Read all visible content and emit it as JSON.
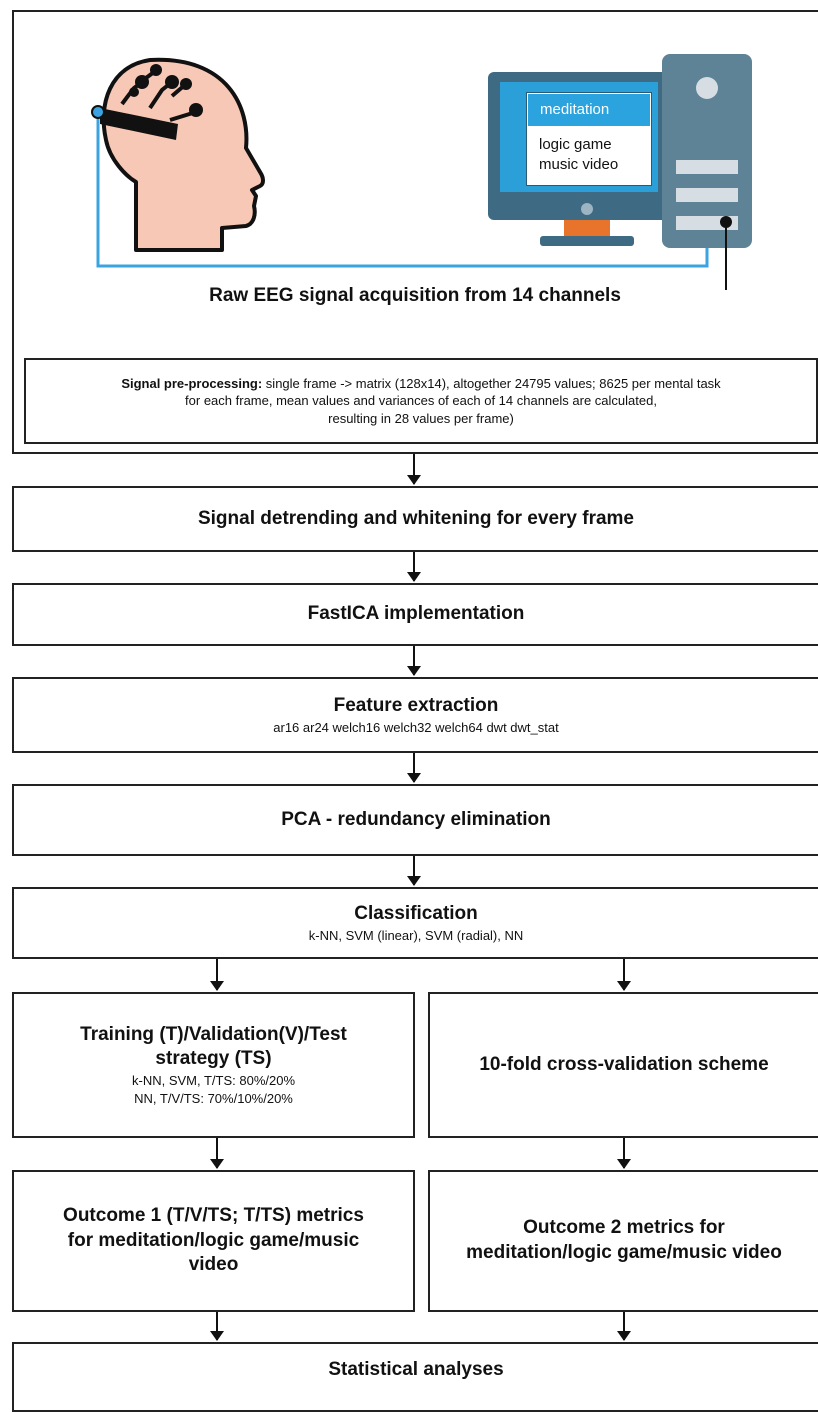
{
  "acquisition": {
    "title": "Raw EEG signal acquisition from 14 channels",
    "screen_options": [
      "meditation",
      "logic game",
      "music video"
    ],
    "colors": {
      "screen_bg": "#2A9FD8",
      "highlight": "#2AA3DE",
      "monitor": "#3E6A84",
      "tower": "#5E8396",
      "head": "#F7C8B5",
      "cable": "#3BA3E0"
    }
  },
  "preprocessing": {
    "label": "Signal pre-processing:",
    "line1": " single frame -> matrix (128x14), altogether 24795 values; 8625 per mental task",
    "line2": "for each frame, mean values and variances of each of 14 channels are calculated,",
    "line3": "resulting in  28 values per frame)"
  },
  "detrending": {
    "title": "Signal detrending and whitening for every frame"
  },
  "fastica": {
    "title": "FastICA implementation"
  },
  "features": {
    "title": "Feature extraction",
    "subtitle": "ar16  ar24  welch16 welch32 welch64 dwt dwt_stat"
  },
  "pca": {
    "title": "PCA - redundancy elimination"
  },
  "classification": {
    "title": "Classification",
    "subtitle": "k-NN, SVM (linear), SVM (radial), NN"
  },
  "training": {
    "title_line1": "Training (T)/Validation(V)/Test",
    "title_line2": "strategy (TS)",
    "detail_line1": "k-NN, SVM, T/TS:  80%/20%",
    "detail_line2": "NN, T/V/TS: 70%/10%/20%"
  },
  "crossval": {
    "title": "10-fold cross-validation scheme"
  },
  "outcome1": {
    "line1": "Outcome 1 (T/V/TS; T/TS) metrics",
    "line2": "for meditation/logic game/music",
    "line3": "video"
  },
  "outcome2": {
    "line1": "Outcome 2 metrics for",
    "line2": "meditation/logic game/music video"
  },
  "statistics": {
    "title": "Statistical analyses"
  }
}
